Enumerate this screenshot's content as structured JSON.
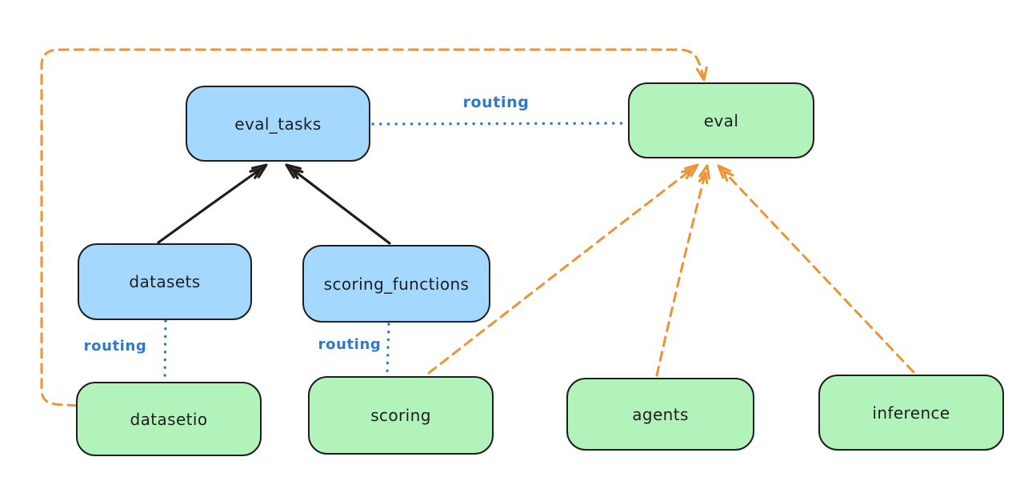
{
  "diagram": {
    "type": "architecture-diagram",
    "nodes": {
      "eval_tasks": {
        "label": "eval_tasks",
        "kind": "api"
      },
      "eval": {
        "label": "eval",
        "kind": "provider"
      },
      "datasets": {
        "label": "datasets",
        "kind": "api"
      },
      "scoring_functions": {
        "label": "scoring_functions",
        "kind": "api"
      },
      "datasetio": {
        "label": "datasetio",
        "kind": "provider"
      },
      "scoring": {
        "label": "scoring",
        "kind": "provider"
      },
      "agents": {
        "label": "agents",
        "kind": "provider"
      },
      "inference": {
        "label": "inference",
        "kind": "provider"
      }
    },
    "edges": [
      {
        "from": "datasets",
        "to": "eval_tasks",
        "style": "solid_black_arrow"
      },
      {
        "from": "scoring_functions",
        "to": "eval_tasks",
        "style": "solid_black_arrow"
      },
      {
        "from": "eval_tasks",
        "to": "eval",
        "style": "dotted_blue",
        "label": "routing"
      },
      {
        "from": "datasets",
        "to": "datasetio",
        "style": "dotted_blue",
        "label": "routing"
      },
      {
        "from": "scoring_functions",
        "to": "scoring",
        "style": "dotted_blue",
        "label": "routing"
      },
      {
        "from": "datasetio",
        "to": "eval",
        "style": "dashed_orange_arrow"
      },
      {
        "from": "scoring",
        "to": "eval",
        "style": "dashed_orange_arrow"
      },
      {
        "from": "agents",
        "to": "eval",
        "style": "dashed_orange_arrow"
      },
      {
        "from": "inference",
        "to": "eval",
        "style": "dashed_orange_arrow"
      }
    ]
  },
  "colors": {
    "background": "#ffffff",
    "api_node_fill": "#a5d8ff",
    "provider_node_fill": "#b2f2bb",
    "node_stroke": "#1e1e1e",
    "black_arrow": "#1e1e1e",
    "routing_blue": "#2e79cd",
    "orange_dashed": "#ec9335"
  }
}
